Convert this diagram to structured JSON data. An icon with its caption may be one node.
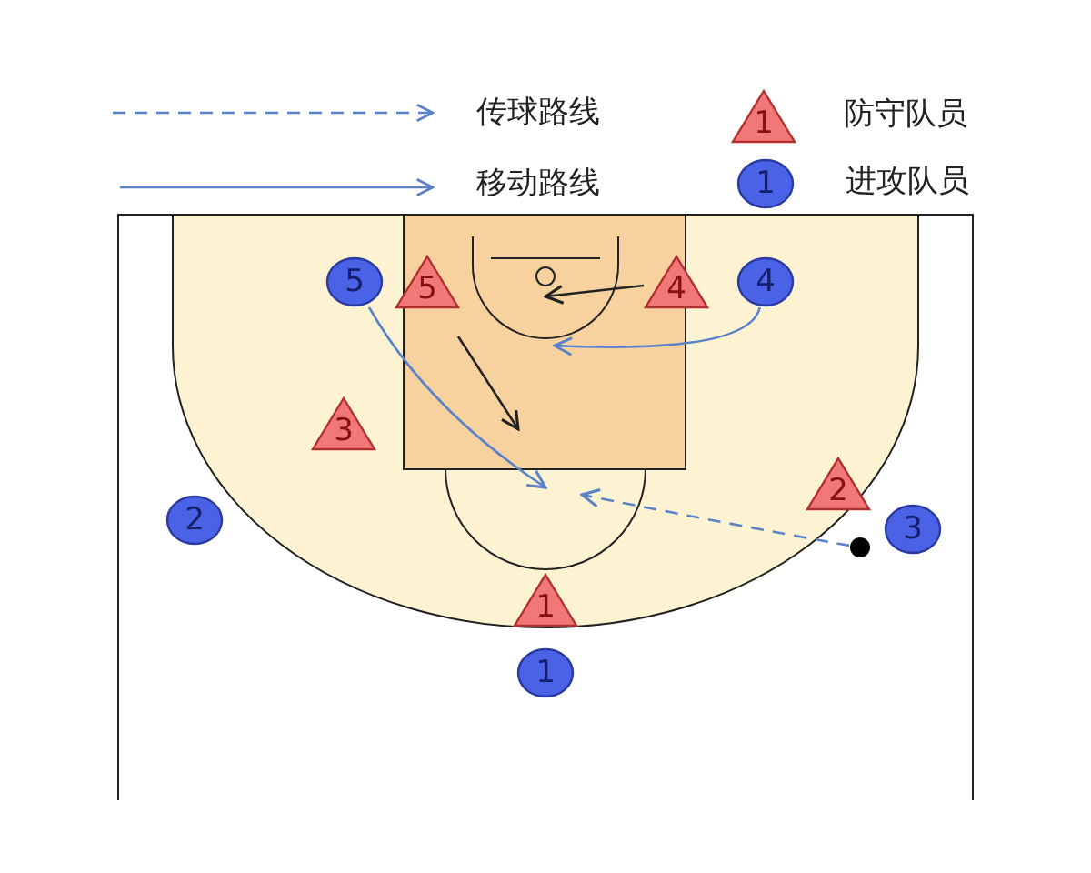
{
  "diagram": {
    "nodes": [
      {
        "text": [
          "1"
        ],
        "beside": [
          "防守队员"
        ]
      },
      {
        "text": [
          "1"
        ],
        "beside": [
          "进攻队员"
        ]
      },
      {
        "text": [
          "5"
        ]
      },
      {
        "text": [
          "5"
        ]
      },
      {
        "text": [
          "4"
        ]
      },
      {
        "text": [
          "4"
        ]
      },
      {
        "text": [
          "3"
        ]
      },
      {
        "text": [
          "2"
        ]
      },
      {
        "text": [
          "2"
        ]
      },
      {
        "text": [
          "3"
        ]
      },
      {
        "text": [],
        "shape": "circle"
      },
      {
        "text": [
          "1"
        ]
      },
      {
        "text": [
          "1"
        ]
      }
    ],
    "edges": [
      {
        "from": 10,
        "to": null,
        "arrow": "to",
        "style": "dashed"
      },
      {
        "from": 2,
        "to": null,
        "arrow": "to"
      },
      {
        "from": 5,
        "to": null,
        "arrow": "to"
      },
      {
        "from": 4,
        "to": null,
        "arrow": "to",
        "color": "#222222"
      },
      {
        "from": 3,
        "to": null,
        "arrow": "to",
        "color": "#222222"
      }
    ],
    "legend": [
      {
        "text": "传球路线"
      },
      {
        "text": "移动路线"
      }
    ]
  }
}
